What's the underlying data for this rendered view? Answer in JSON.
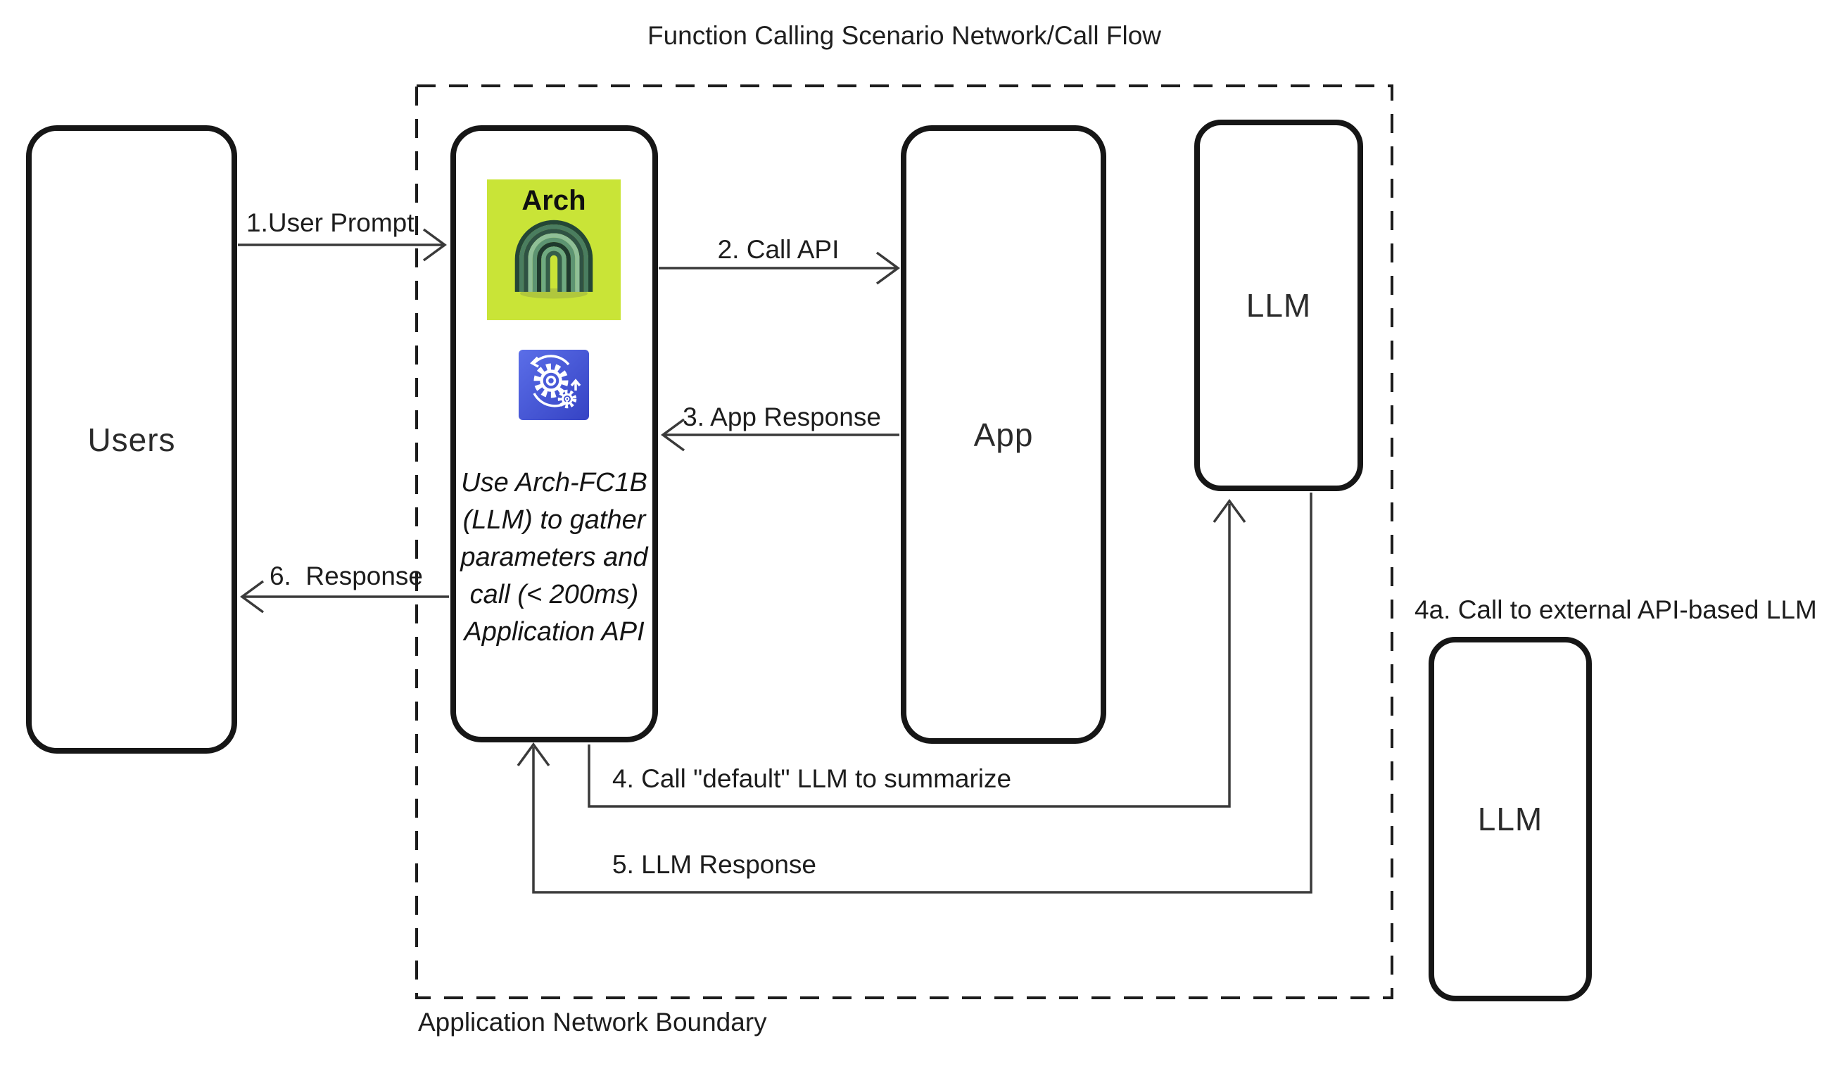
{
  "diagram": {
    "title": "Function Calling Scenario Network/Call Flow",
    "boundary_label": "Application Network Boundary",
    "nodes": {
      "users": {
        "label": "Users"
      },
      "arch": {
        "logo_text": "Arch",
        "logo_icon": "arch-logo",
        "gear_icon": "process-gears-icon",
        "note_lines": [
          "Use Arch-FC1B",
          "(LLM) to gather",
          "parameters and",
          "call (< 200ms)",
          "Application API"
        ]
      },
      "app": {
        "label": "App"
      },
      "llm_internal": {
        "label": "LLM"
      },
      "llm_external": {
        "label": "LLM"
      }
    },
    "flows": {
      "f1": "1.User Prompt",
      "f2": "2. Call API",
      "f3": "3. App Response",
      "f4": "4. Call \"default\" LLM to summarize",
      "f4a": "4a. Call to external API-based LLM",
      "f5": "5. LLM Response",
      "f6": "6.  Response"
    },
    "colors": {
      "arch_logo_bg": "#c9e437",
      "gear_icon_bg": "#4257d2",
      "box_border": "#161616",
      "arrow_line": "#3a3a3a"
    }
  }
}
